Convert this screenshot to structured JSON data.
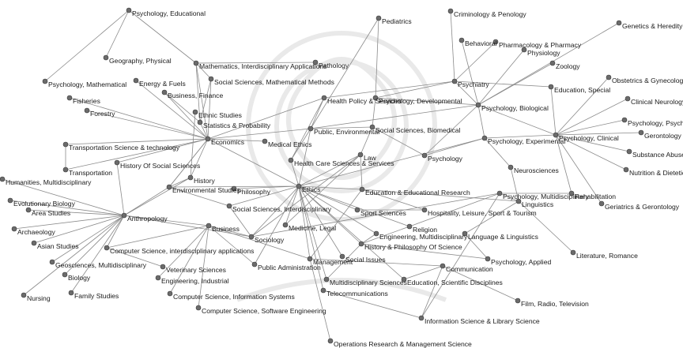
{
  "chart_data": {
    "type": "network",
    "nodes": [
      {
        "id": "psych_edu",
        "label": "Psychology, Educational"
      },
      {
        "id": "psych_math",
        "label": "Psychology, Mathematical"
      },
      {
        "id": "geo_phys",
        "label": "Geography, Physical"
      },
      {
        "id": "math_inter",
        "label": "Mathematics, Interdisciplinary Applications"
      },
      {
        "id": "pathology",
        "label": "Pathology"
      },
      {
        "id": "energy",
        "label": "Energy & Fuels"
      },
      {
        "id": "ss_math",
        "label": "Social Sciences, Mathematical Methods"
      },
      {
        "id": "bus_fin",
        "label": "Business, Finance"
      },
      {
        "id": "fisheries",
        "label": "Fisheries"
      },
      {
        "id": "forestry",
        "label": "Forestry"
      },
      {
        "id": "ethnic",
        "label": "Ethnic Studies"
      },
      {
        "id": "stat_prob",
        "label": "Statistics & Probability"
      },
      {
        "id": "economics",
        "label": "Economics"
      },
      {
        "id": "med_ethics",
        "label": "Medical Ethics"
      },
      {
        "id": "transp_sci",
        "label": "Transportation Science & technology"
      },
      {
        "id": "hist_ss",
        "label": "History Of Social Sciences"
      },
      {
        "id": "transport",
        "label": "Transportation"
      },
      {
        "id": "humanities",
        "label": "Humanities, Multidisciplinary"
      },
      {
        "id": "evo_bio",
        "label": "Evolutionary Biology"
      },
      {
        "id": "area",
        "label": "Area Studies"
      },
      {
        "id": "archaeology",
        "label": "Archaeology"
      },
      {
        "id": "asian",
        "label": "Asian Studies"
      },
      {
        "id": "geosci",
        "label": "Geosciences, Multidisciplinary"
      },
      {
        "id": "biology",
        "label": "Biology"
      },
      {
        "id": "nursing",
        "label": "Nursing"
      },
      {
        "id": "family",
        "label": "Family Studies"
      },
      {
        "id": "anthropology",
        "label": "Anthropology"
      },
      {
        "id": "history",
        "label": "History"
      },
      {
        "id": "env_studies",
        "label": "Environmental Studies"
      },
      {
        "id": "philosophy",
        "label": "Philosophy"
      },
      {
        "id": "cs_inter",
        "label": "Computer Science, interdisciplinary applications"
      },
      {
        "id": "vet",
        "label": "Veterinary Sciences"
      },
      {
        "id": "eng_ind",
        "label": "Engineering, Industrial"
      },
      {
        "id": "cs_info",
        "label": "Computer Science, Information Systems"
      },
      {
        "id": "cs_soft",
        "label": "Computer Science, Software Engineering"
      },
      {
        "id": "business",
        "label": "Business"
      },
      {
        "id": "sociology",
        "label": "Sociology"
      },
      {
        "id": "ss_inter",
        "label": "Social Sciences, Interdisciplinary"
      },
      {
        "id": "public_admin",
        "label": "Public Administration"
      },
      {
        "id": "management",
        "label": "Management"
      },
      {
        "id": "med_legal",
        "label": "Medicine, Legal"
      },
      {
        "id": "social_issues",
        "label": "Social Issues"
      },
      {
        "id": "multi_sci",
        "label": "Multidisciplinary Sciences"
      },
      {
        "id": "telecom",
        "label": "Telecommunications"
      },
      {
        "id": "ops_research",
        "label": "Operations Research & Management Science"
      },
      {
        "id": "ethics",
        "label": "Ethics"
      },
      {
        "id": "hc_sci",
        "label": "Health Care Sciences & Services"
      },
      {
        "id": "public_env",
        "label": "Public, Environmental"
      },
      {
        "id": "health_policy",
        "label": "Health Policy & Services"
      },
      {
        "id": "pediatrics",
        "label": "Pediatrics"
      },
      {
        "id": "criminology",
        "label": "Criminology & Penology"
      },
      {
        "id": "behavioral",
        "label": "Behavioral"
      },
      {
        "id": "pharma",
        "label": "Pharmacology & Pharmacy"
      },
      {
        "id": "physiology",
        "label": "Physiology"
      },
      {
        "id": "zoology",
        "label": "Zoology"
      },
      {
        "id": "genetics",
        "label": "Genetics & Heredity"
      },
      {
        "id": "psychiatry",
        "label": "Psychiatry"
      },
      {
        "id": "psych_dev",
        "label": "Psychology, Developmental"
      },
      {
        "id": "psych_bio",
        "label": "Psychology, Biological"
      },
      {
        "id": "edu_special",
        "label": "Education, Special"
      },
      {
        "id": "obstetrics",
        "label": "Obstetrics & Gynecology"
      },
      {
        "id": "clin_neuro",
        "label": "Clinical Neurology"
      },
      {
        "id": "psych_psychoanalysis",
        "label": "Psychology, Psychoanalysis"
      },
      {
        "id": "gerontology",
        "label": "Gerontology"
      },
      {
        "id": "substance",
        "label": "Substance Abuse"
      },
      {
        "id": "nutrition",
        "label": "Nutrition & Dietetics"
      },
      {
        "id": "geriatrics",
        "label": "Geriatrics & Gerontology"
      },
      {
        "id": "psych_clinical",
        "label": "Psychology, Clinical"
      },
      {
        "id": "psych_exp",
        "label": "Psychology, Experimental"
      },
      {
        "id": "ss_biomed",
        "label": "Social Sciences, Biomedical"
      },
      {
        "id": "psychology",
        "label": "Psychology"
      },
      {
        "id": "neurosciences",
        "label": "Neurosciences"
      },
      {
        "id": "rehab",
        "label": "Rehabilitation"
      },
      {
        "id": "law",
        "label": "Law"
      },
      {
        "id": "edu_research",
        "label": "Education & Educational Research"
      },
      {
        "id": "linguistics",
        "label": "Linguistics"
      },
      {
        "id": "psych_multi",
        "label": "Psychology, Multidisciplinary"
      },
      {
        "id": "sport",
        "label": "Sport Sciences"
      },
      {
        "id": "hospitality",
        "label": "Hospitality, Leisure, Sport & Tourism"
      },
      {
        "id": "religion",
        "label": "Religion"
      },
      {
        "id": "eng_multi",
        "label": "Engineering, Multidisciplinary"
      },
      {
        "id": "lang_ling",
        "label": "Language & Linguistics"
      },
      {
        "id": "hist_phil_sci",
        "label": "History & Philosophy Of Science"
      },
      {
        "id": "literature",
        "label": "Literature, Romance"
      },
      {
        "id": "psych_applied",
        "label": "Psychology, Applied"
      },
      {
        "id": "communication",
        "label": "Communication"
      },
      {
        "id": "edu_sci",
        "label": "Education, Scientific Disciplines"
      },
      {
        "id": "film",
        "label": "Film, Radio, Television"
      },
      {
        "id": "info_sci",
        "label": "Information Science & Library Science"
      }
    ],
    "edges": [
      [
        "psych_edu",
        "psych_math"
      ],
      [
        "psych_edu",
        "geo_phys"
      ],
      [
        "psych_edu",
        "math_inter"
      ],
      [
        "math_inter",
        "stat_prob"
      ],
      [
        "math_inter",
        "pathology"
      ],
      [
        "math_inter",
        "economics"
      ],
      [
        "energy",
        "economics"
      ],
      [
        "ss_math",
        "stat_prob"
      ],
      [
        "ss_math",
        "economics"
      ],
      [
        "ss_math",
        "math_inter"
      ],
      [
        "bus_fin",
        "economics"
      ],
      [
        "bus_fin",
        "stat_prob"
      ],
      [
        "fisheries",
        "economics"
      ],
      [
        "forestry",
        "economics"
      ],
      [
        "ethnic",
        "history"
      ],
      [
        "stat_prob",
        "economics"
      ],
      [
        "economics",
        "public_env"
      ],
      [
        "economics",
        "med_ethics"
      ],
      [
        "economics",
        "ethics"
      ],
      [
        "economics",
        "env_studies"
      ],
      [
        "economics",
        "health_policy"
      ],
      [
        "economics",
        "hist_ss"
      ],
      [
        "transp_sci",
        "transport"
      ],
      [
        "transp_sci",
        "economics"
      ],
      [
        "transport",
        "economics"
      ],
      [
        "hist_ss",
        "anthropology"
      ],
      [
        "humanities",
        "anthropology"
      ],
      [
        "evo_bio",
        "anthropology"
      ],
      [
        "area",
        "anthropology"
      ],
      [
        "archaeology",
        "anthropology"
      ],
      [
        "asian",
        "anthropology"
      ],
      [
        "geosci",
        "anthropology"
      ],
      [
        "biology",
        "anthropology"
      ],
      [
        "nursing",
        "anthropology"
      ],
      [
        "family",
        "anthropology"
      ],
      [
        "anthropology",
        "history"
      ],
      [
        "anthropology",
        "env_studies"
      ],
      [
        "anthropology",
        "business"
      ],
      [
        "anthropology",
        "sociology"
      ],
      [
        "anthropology",
        "cs_inter"
      ],
      [
        "history",
        "env_studies"
      ],
      [
        "history",
        "economics"
      ],
      [
        "env_studies",
        "ethics"
      ],
      [
        "env_studies",
        "economics"
      ],
      [
        "env_studies",
        "ss_inter"
      ],
      [
        "philosophy",
        "ethics"
      ],
      [
        "cs_inter",
        "vet"
      ],
      [
        "cs_inter",
        "business"
      ],
      [
        "eng_ind",
        "business"
      ],
      [
        "cs_info",
        "business"
      ],
      [
        "cs_soft",
        "business"
      ],
      [
        "business",
        "sociology"
      ],
      [
        "business",
        "management"
      ],
      [
        "business",
        "public_admin"
      ],
      [
        "sociology",
        "ethics"
      ],
      [
        "sociology",
        "law"
      ],
      [
        "sociology",
        "psych_multi"
      ],
      [
        "ss_inter",
        "ethics"
      ],
      [
        "ss_inter",
        "sociology"
      ],
      [
        "public_admin",
        "ethics"
      ],
      [
        "management",
        "ethics"
      ],
      [
        "management",
        "communication"
      ],
      [
        "management",
        "edu_research"
      ],
      [
        "med_legal",
        "ethics"
      ],
      [
        "med_legal",
        "law"
      ],
      [
        "social_issues",
        "ethics"
      ],
      [
        "multi_sci",
        "hist_phil_sci"
      ],
      [
        "multi_sci",
        "ethics"
      ],
      [
        "telecom",
        "ethics"
      ],
      [
        "telecom",
        "info_sci"
      ],
      [
        "ops_research",
        "management"
      ],
      [
        "ethics",
        "hc_sci"
      ],
      [
        "ethics",
        "public_env"
      ],
      [
        "ethics",
        "law"
      ],
      [
        "ethics",
        "edu_research"
      ],
      [
        "ethics",
        "religion"
      ],
      [
        "ethics",
        "eng_multi"
      ],
      [
        "ethics",
        "hist_phil_sci"
      ],
      [
        "ethics",
        "sport"
      ],
      [
        "ethics",
        "psych_exp"
      ],
      [
        "hc_sci",
        "public_env"
      ],
      [
        "hc_sci",
        "health_policy"
      ],
      [
        "public_env",
        "health_policy"
      ],
      [
        "public_env",
        "ss_biomed"
      ],
      [
        "public_env",
        "psych_bio"
      ],
      [
        "public_env",
        "pediatrics"
      ],
      [
        "health_policy",
        "psychiatry"
      ],
      [
        "pediatrics",
        "psych_dev"
      ],
      [
        "criminology",
        "psychiatry"
      ],
      [
        "behavioral",
        "psych_bio"
      ],
      [
        "pharma",
        "psychiatry"
      ],
      [
        "physiology",
        "psych_bio"
      ],
      [
        "zoology",
        "psych_bio"
      ],
      [
        "genetics",
        "psych_bio"
      ],
      [
        "psychiatry",
        "psych_dev"
      ],
      [
        "psychiatry",
        "psych_bio"
      ],
      [
        "psychiatry",
        "edu_special"
      ],
      [
        "psych_dev",
        "psych_bio"
      ],
      [
        "psych_dev",
        "ss_biomed"
      ],
      [
        "psych_bio",
        "psych_exp"
      ],
      [
        "psych_bio",
        "psychology"
      ],
      [
        "psych_bio",
        "psych_clinical"
      ],
      [
        "edu_special",
        "psych_clinical"
      ],
      [
        "obstetrics",
        "psych_clinical"
      ],
      [
        "clin_neuro",
        "psych_clinical"
      ],
      [
        "psych_psychoanalysis",
        "psych_clinical"
      ],
      [
        "gerontology",
        "psych_clinical"
      ],
      [
        "substance",
        "psych_clinical"
      ],
      [
        "nutrition",
        "psych_clinical"
      ],
      [
        "geriatrics",
        "psych_clinical"
      ],
      [
        "psych_clinical",
        "rehab"
      ],
      [
        "psych_clinical",
        "psych_exp"
      ],
      [
        "psych_exp",
        "psychology"
      ],
      [
        "psych_exp",
        "neurosciences"
      ],
      [
        "ss_biomed",
        "psychology"
      ],
      [
        "ss_biomed",
        "law"
      ],
      [
        "neurosciences",
        "linguistics"
      ],
      [
        "rehab",
        "psych_multi"
      ],
      [
        "law",
        "edu_research"
      ],
      [
        "edu_research",
        "hospitality"
      ],
      [
        "edu_research",
        "linguistics"
      ],
      [
        "linguistics",
        "lang_ling"
      ],
      [
        "linguistics",
        "literature"
      ],
      [
        "linguistics",
        "psych_multi"
      ],
      [
        "psych_multi",
        "religion"
      ],
      [
        "sport",
        "hospitality"
      ],
      [
        "religion",
        "hist_phil_sci"
      ],
      [
        "eng_multi",
        "hist_phil_sci"
      ],
      [
        "hist_phil_sci",
        "psych_applied"
      ],
      [
        "communication",
        "film"
      ],
      [
        "communication",
        "edu_sci"
      ],
      [
        "communication",
        "info_sci"
      ],
      [
        "psych_applied",
        "lang_ling"
      ],
      [
        "edu_sci",
        "ethics"
      ],
      [
        "info_sci",
        "psych_multi"
      ]
    ]
  }
}
